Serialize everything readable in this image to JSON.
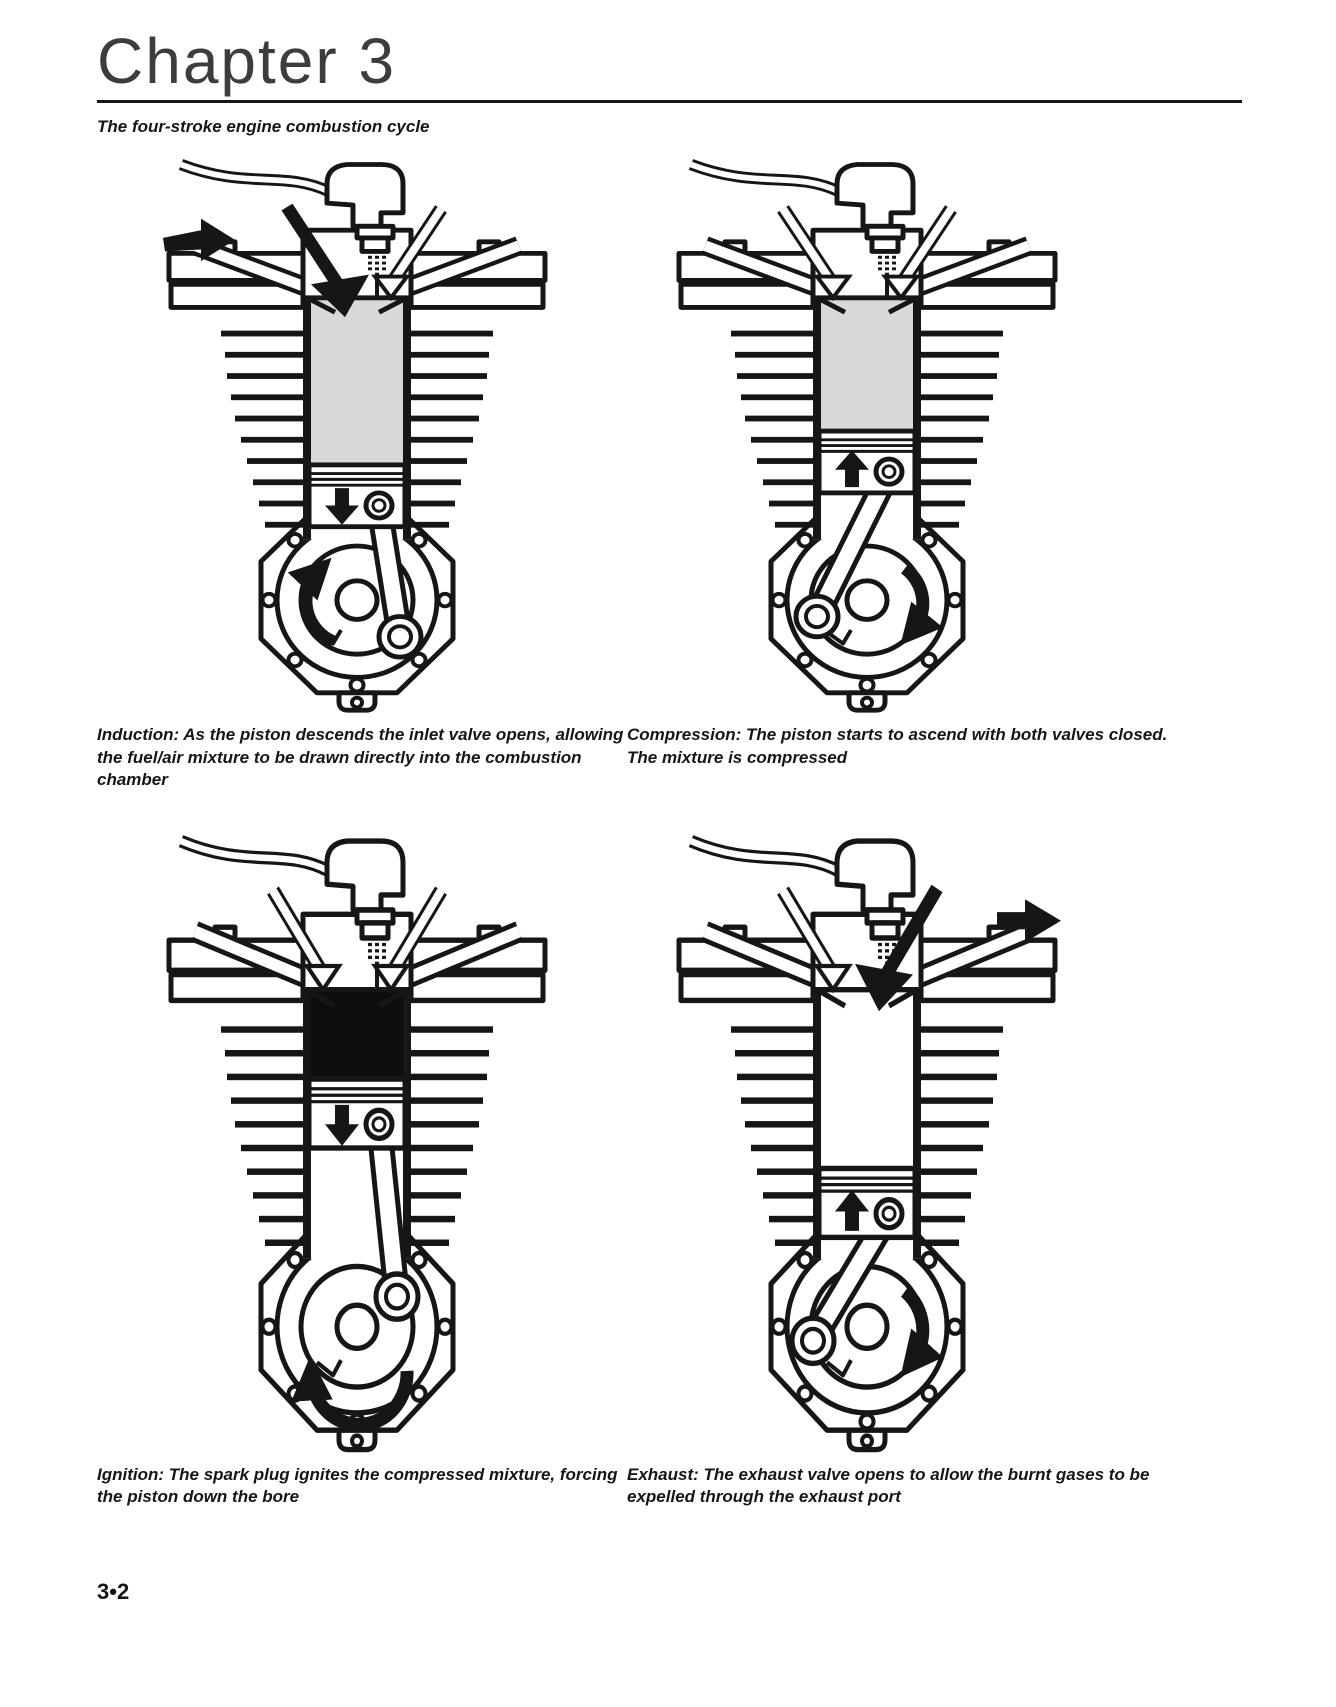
{
  "header": {
    "title": "Chapter 3",
    "subtitle": "The four-stroke engine combustion cycle"
  },
  "figures": [
    {
      "caption": "Induction: As the piston descends the inlet valve opens, allowing the fuel/air mixture to be drawn directly into the combustion chamber"
    },
    {
      "caption": "Compression: The piston starts to ascend with both valves closed. The mixture is compressed"
    },
    {
      "caption": "Ignition: The spark plug ignites the compressed mixture, forcing the piston down the bore"
    },
    {
      "caption": "Exhaust: The exhaust valve opens to allow the burnt gases to be expelled through the exhaust port"
    }
  ],
  "footer": {
    "page_number": "3•2"
  },
  "colors": {
    "ink": "#161616",
    "mixture_gray": "#d8d8d8",
    "combustion_black": "#0d0d0d",
    "paper": "#ffffff"
  }
}
